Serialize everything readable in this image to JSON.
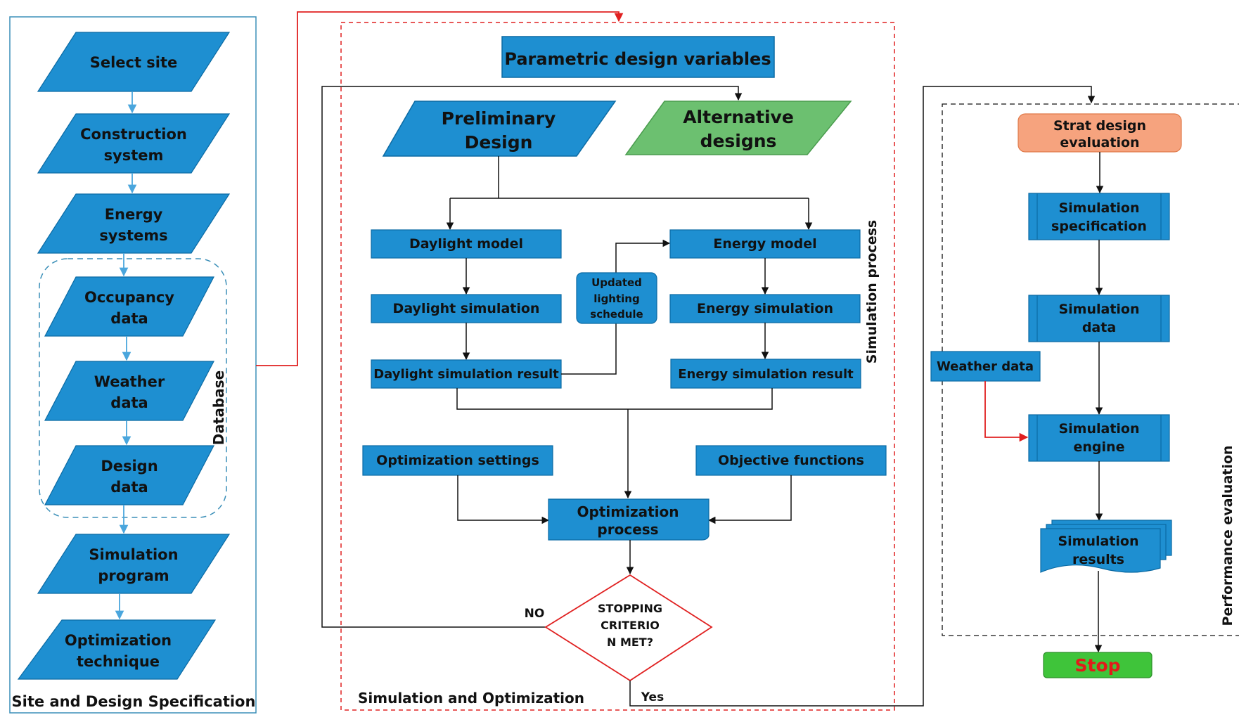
{
  "panels": {
    "left_title": "Site and Design Specification",
    "database_label": "Database",
    "middle_title": "Simulation  and Optimization",
    "simulation_process_label": "Simulation  process",
    "right_label": "Performance evaluation"
  },
  "left_steps": [
    [
      "Select site"
    ],
    [
      "Construction",
      "system"
    ],
    [
      "Energy",
      "systems"
    ],
    [
      "Occupancy",
      "data"
    ],
    [
      "Weather",
      "data"
    ],
    [
      "Design",
      "data"
    ],
    [
      "Simulation",
      "program"
    ],
    [
      "Optimization",
      "technique"
    ]
  ],
  "middle": {
    "param_vars": "Parametric  design variables",
    "preliminary": [
      "Preliminary",
      "Design"
    ],
    "alternative": [
      "Alternative",
      "designs"
    ],
    "daylight_model": "Daylight model",
    "daylight_sim": "Daylight simulation",
    "daylight_result": "Daylight simulation result",
    "updated_lighting": [
      "Updated",
      "lighting",
      "schedule"
    ],
    "energy_model": "Energy model",
    "energy_sim": "Energy simulation",
    "energy_result": "Energy simulation result",
    "opt_settings": "Optimization settings",
    "objective": "Objective functions",
    "opt_process": [
      "Optimization",
      "process"
    ],
    "stopping": [
      "STOPPING",
      "CRITERIO",
      "N MET?"
    ],
    "no_label": "NO",
    "yes_label": "Yes"
  },
  "right": {
    "start_eval": [
      "Strat design",
      "evaluation"
    ],
    "sim_spec": [
      "Simulation",
      "specification"
    ],
    "sim_data": [
      "Simulation",
      "data"
    ],
    "weather_data": "Weather data",
    "sim_engine": [
      "Simulation",
      "engine"
    ],
    "sim_results": [
      "Simulation",
      "results"
    ],
    "stop": "Stop"
  },
  "colors": {
    "blue": "#1e8fd1",
    "blue_stroke": "#0b6aa3",
    "green": "#6cc070",
    "orange": "#f6a37e",
    "stop_green": "#3fc43a",
    "stop_text": "#e31a1a",
    "red": "#e02020"
  }
}
